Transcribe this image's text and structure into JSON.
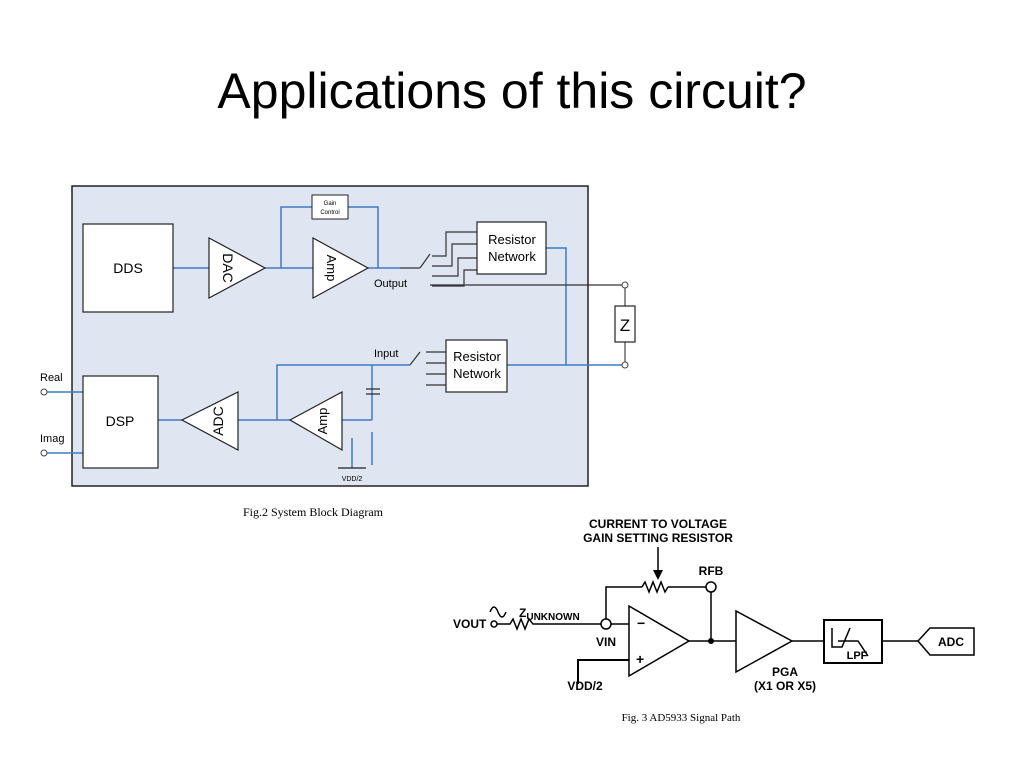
{
  "slide": {
    "title": "Applications of this circuit?"
  },
  "fig2": {
    "caption": "Fig.2 System Block Diagram",
    "blocks": {
      "dds": "DDS",
      "dac": "DAC",
      "amp_out": "Amp",
      "gain_control_line1": "Gain",
      "gain_control_line2": "Control",
      "resistor_net_top_line1": "Resistor",
      "resistor_net_top_line2": "Network",
      "resistor_net_bottom_line1": "Resistor",
      "resistor_net_bottom_line2": "Network",
      "z": "Z",
      "dsp": "DSP",
      "adc": "ADC",
      "amp_in": "Amp"
    },
    "labels": {
      "output": "Output",
      "input": "Input",
      "real": "Real",
      "imag": "Imag",
      "vdd2": "VDD/2"
    },
    "colors": {
      "background": "#dfe5f1",
      "wire": "#3d7cc4",
      "border": "#222222"
    }
  },
  "fig3": {
    "caption": "Fig. 3 AD5933 Signal Path",
    "labels": {
      "current_to_voltage": "CURRENT TO VOLTAGE",
      "gain_setting_resistor": "GAIN SETTING RESISTOR",
      "rfb": "RFB",
      "vout": "VOUT",
      "z": "Z",
      "z_sub": "UNKNOWN",
      "vin": "VIN",
      "minus": "−",
      "plus": "+",
      "vdd2": "VDD/2",
      "pga": "PGA",
      "pga_gain": "(X1 OR X5)",
      "lpf": "LPF",
      "adc": "ADC"
    }
  }
}
